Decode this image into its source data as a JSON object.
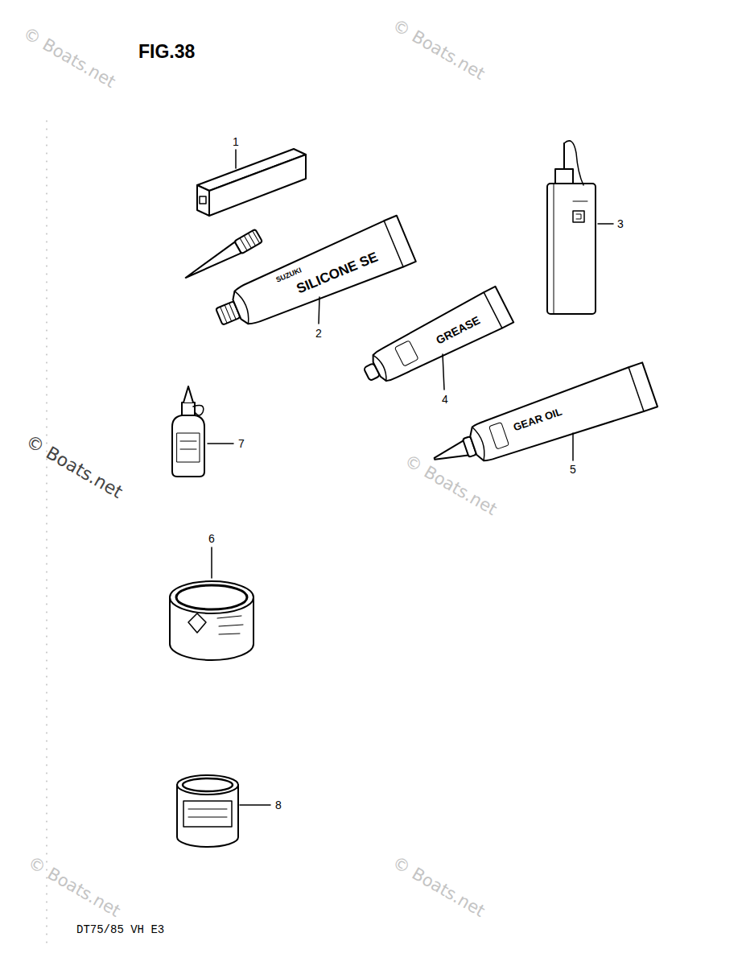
{
  "diagram": {
    "title": "FIG.38",
    "caption": "DT75/85 VH E3",
    "labels": [
      "1",
      "2",
      "3",
      "4",
      "5",
      "6",
      "7",
      "8",
      "SUZUKI",
      "SILICONE SE",
      "GREASE",
      "GEAR OIL",
      "© Boats.net",
      "© Boats.net",
      "© Boats.net",
      "© Boats.net",
      "© Boats.net",
      "© Boats.net"
    ]
  }
}
